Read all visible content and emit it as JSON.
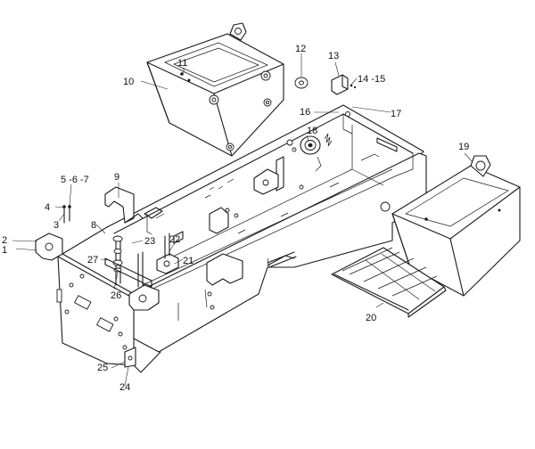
{
  "callouts": {
    "c1": "1",
    "c2": "2",
    "c3": "3",
    "c4": "4",
    "c5_7": "5 -6 -7",
    "c8": "8",
    "c9": "9",
    "c10": "10",
    "c11": "11",
    "c12": "12",
    "c13": "13",
    "c14_15": "14 -15",
    "c16": "16",
    "c17": "17",
    "c18": "18",
    "c19": "19",
    "c20": "20",
    "c21": "21",
    "c22": "22",
    "c23": "23",
    "c24": "24",
    "c25": "25",
    "c26": "26",
    "c27": "27"
  }
}
